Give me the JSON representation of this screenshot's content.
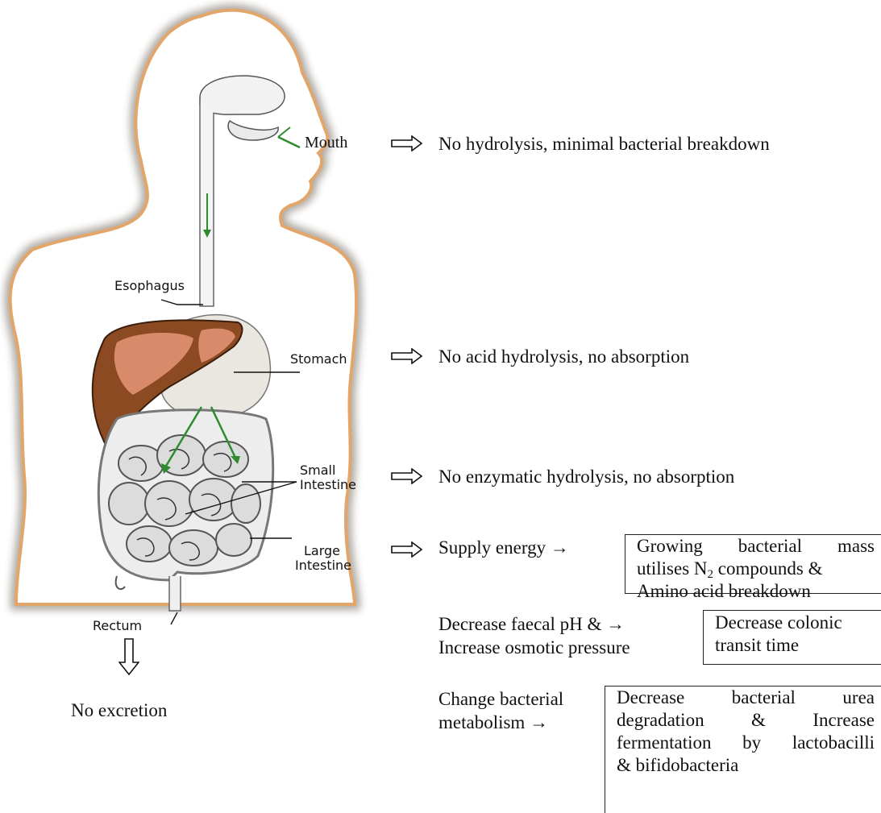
{
  "labels": {
    "mouth": "Mouth",
    "esophagus": "Esophagus",
    "stomach": "Stomach",
    "small_intestine_1": "Small",
    "small_intestine_2": "Intestine",
    "large_intestine_1": "Large",
    "large_intestine_2": "Intestine",
    "rectum": "Rectum"
  },
  "effects": {
    "mouth": "No hydrolysis, minimal bacterial breakdown",
    "stomach": "No acid hydrolysis, no absorption",
    "small_intestine": "No enzymatic hydrolysis, no absorption",
    "large_intestine": "Supply energy →"
  },
  "excretion": "No excretion",
  "boxes": {
    "growing_1": "Growing bacterial mass",
    "growing_2a": "utilises N",
    "growing_2sub": "2",
    "growing_2b": " compounds &",
    "growing_3": "Amino acid breakdown",
    "ph_1": "Decrease faecal pH & →",
    "ph_2": "Increase osmotic pressure",
    "transit_1": "Decrease colonic",
    "transit_2": "transit time",
    "metab_1": "Change bacterial",
    "metab_2": "metabolism →",
    "urea_1": "Decrease bacterial urea",
    "urea_2": "degradation & Increase",
    "urea_3": "fermentation by lactobacilli",
    "urea_4": "& bifidobacteria"
  },
  "colors": {
    "liver": "#8b4a22",
    "liver_light": "#d98a6a",
    "body_outline": "#d9a070",
    "gut": "#e0e0e0",
    "arrow_green": "#2e8b2e"
  }
}
